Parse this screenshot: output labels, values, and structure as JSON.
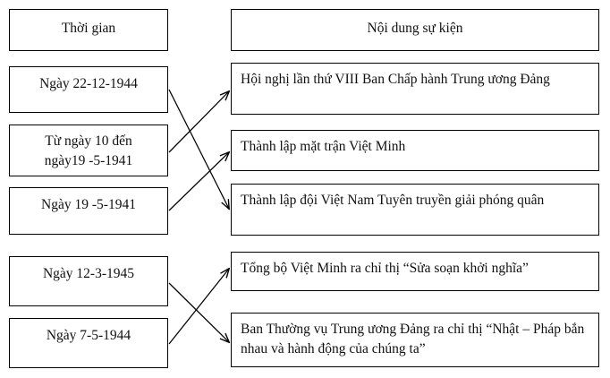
{
  "exercise": {
    "headers": {
      "time_column": "Thời gian",
      "content_column": "Nội dung sự kiện"
    },
    "time_items": [
      {
        "id": "t1",
        "label": "Ngày 22-12-1944"
      },
      {
        "id": "t2",
        "label": "Từ ngày 10 đến\nngày19 -5-1941"
      },
      {
        "id": "t3",
        "label": "Ngày 19 -5-1941"
      },
      {
        "id": "t4",
        "label": "Ngày 12-3-1945"
      },
      {
        "id": "t5",
        "label": "Ngày 7-5-1944"
      }
    ],
    "content_items": [
      {
        "id": "c1",
        "label": "Hội nghị lần thứ VIII Ban Chấp hành Trung ương Đảng"
      },
      {
        "id": "c2",
        "label": "Thành lập mặt trận Việt Minh"
      },
      {
        "id": "c3",
        "label": "Thành lập đội Việt Nam Tuyên truyền giải phóng quân"
      },
      {
        "id": "c4",
        "label": "Tổng bộ Việt Minh ra chỉ thị “Sửa soạn khởi nghĩa”"
      },
      {
        "id": "c5",
        "label": "Ban Thường vụ Trung ương Đảng ra chỉ thị “Nhật – Pháp bắn nhau và hành động của chúng ta”"
      }
    ],
    "connections": [
      {
        "from": "t1",
        "to": "c3"
      },
      {
        "from": "t2",
        "to": "c1"
      },
      {
        "from": "t3",
        "to": "c2"
      },
      {
        "from": "t4",
        "to": "c5"
      },
      {
        "from": "t5",
        "to": "c4"
      }
    ],
    "colors": {
      "border": "#000000",
      "text": "#111111",
      "background": "#ffffff",
      "connector": "#000000"
    }
  }
}
